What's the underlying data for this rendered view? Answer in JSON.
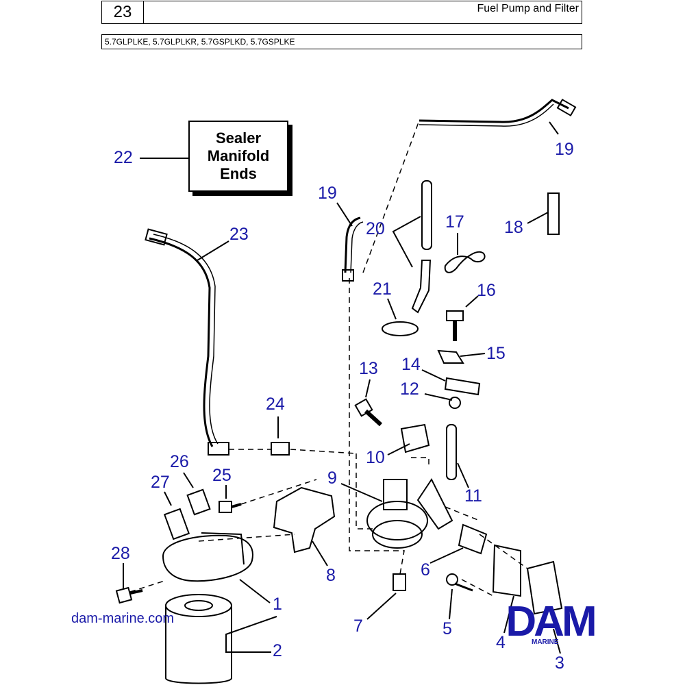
{
  "header": {
    "page_number": "23",
    "title": "Fuel Pump and Filter",
    "models": "5.7GLPLKE, 5.7GLPLKR, 5.7GSPLKD, 5.7GSPLKE"
  },
  "sealer_box": {
    "line1": "Sealer",
    "line2": "Manifold",
    "line3": "Ends"
  },
  "callouts": {
    "c1": "1",
    "c2": "2",
    "c3": "3",
    "c4": "4",
    "c5": "5",
    "c6": "6",
    "c7": "7",
    "c8": "8",
    "c9": "9",
    "c10": "10",
    "c11": "11",
    "c12": "12",
    "c13": "13",
    "c14": "14",
    "c15": "15",
    "c16": "16",
    "c17": "17",
    "c18": "18",
    "c19a": "19",
    "c19b": "19",
    "c20": "20",
    "c21": "21",
    "c22": "22",
    "c23": "23",
    "c24": "24",
    "c25": "25",
    "c26": "26",
    "c27": "27",
    "c28": "28"
  },
  "footer": {
    "website": "dam-marine.com",
    "logo_text": "DAM",
    "logo_sub": "MARINE"
  },
  "colors": {
    "callout": "#1a1aa8",
    "line_art": "#000000"
  }
}
